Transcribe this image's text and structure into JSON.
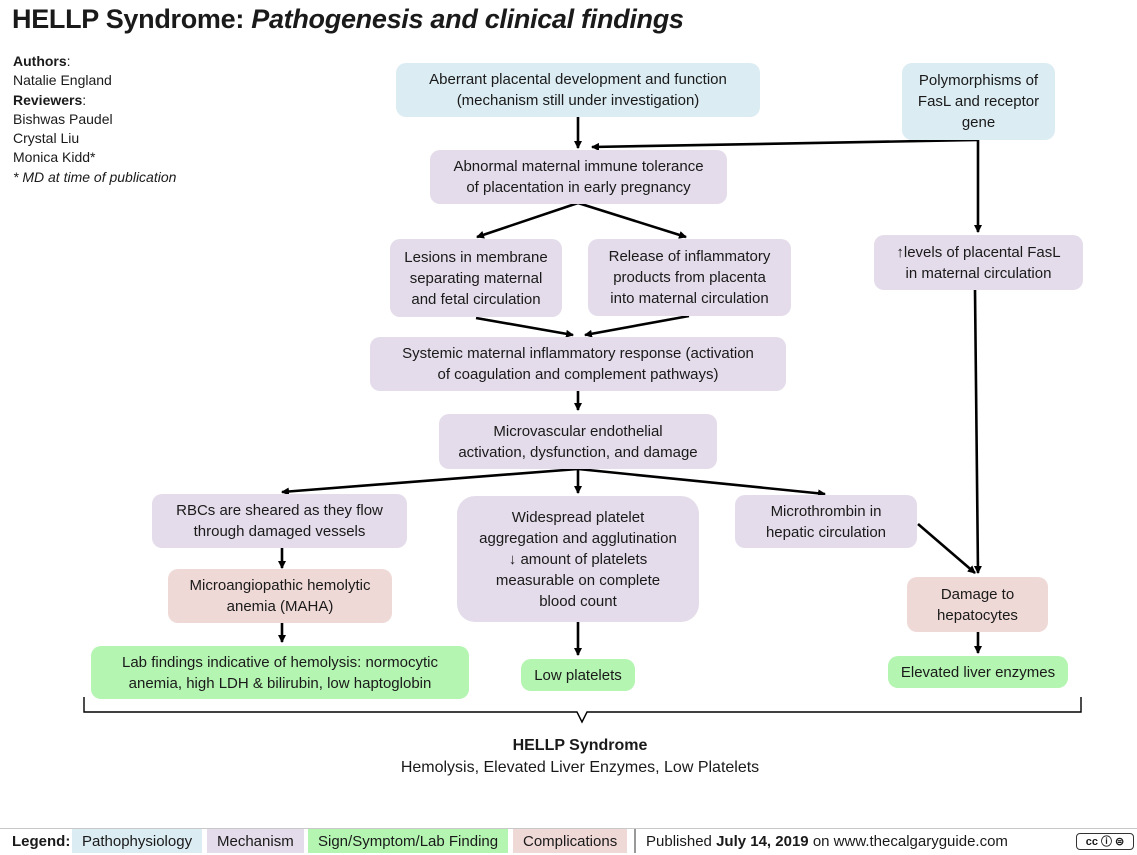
{
  "title": {
    "main": "HELLP Syndrome:",
    "sub": "Pathogenesis and clinical findings"
  },
  "authors": {
    "authors_label": "Authors",
    "authors": [
      "Natalie England"
    ],
    "reviewers_label": "Reviewers",
    "reviewers": [
      "Bishwas Paudel",
      "Crystal Liu",
      "Monica Kidd*"
    ],
    "note": "* MD at time of publication"
  },
  "boxes": {
    "aberrant": [
      "Aberrant placental development and function",
      "(mechanism still under investigation)"
    ],
    "polymorph": [
      "Polymorphisms of",
      "FasL and receptor",
      "gene"
    ],
    "abnormal": [
      "Abnormal maternal immune tolerance",
      "of placentation in early pregnancy"
    ],
    "lesions": [
      "Lesions in membrane",
      "separating maternal",
      "and fetal circulation"
    ],
    "release": [
      "Release of inflammatory",
      "products from placenta",
      "into maternal circulation"
    ],
    "fasl": [
      "↑levels of placental FasL",
      "in maternal circulation"
    ],
    "systemic": [
      "Systemic maternal inflammatory response (activation",
      "of coagulation and complement pathways)"
    ],
    "micro": [
      "Microvascular endothelial",
      "activation, dysfunction, and damage"
    ],
    "rbc": [
      "RBCs are sheared as they flow",
      "through damaged vessels"
    ],
    "platelet": [
      "Widespread platelet",
      "aggregation and agglutination",
      "↓ amount of platelets",
      "measurable on complete",
      "blood count"
    ],
    "microthrombin": [
      "Microthrombin in",
      "hepatic circulation"
    ],
    "maha": [
      "Microangiopathic hemolytic",
      "anemia (MAHA)"
    ],
    "damage": [
      "Damage to",
      "hepatocytes"
    ],
    "labs": [
      "Lab findings indicative of hemolysis: normocytic",
      "anemia, high LDH & bilirubin, low haptoglobin"
    ],
    "low_platelets": "Low platelets",
    "elevated": "Elevated liver enzymes"
  },
  "syndrome": {
    "title": "HELLP Syndrome",
    "expansion": "Hemolysis, Elevated Liver Enzymes, Low Platelets"
  },
  "legend": {
    "label": "Legend:",
    "items": [
      "Pathophysiology",
      "Mechanism",
      "Sign/Symptom/Lab Finding",
      "Complications"
    ],
    "published_prefix": "Published",
    "published_date": "July 14, 2019",
    "published_suffix": "on www.thecalgaryguide.com",
    "license": "cc ⓘ ⊜"
  },
  "colors": {
    "pathophysiology": "#dbecf3",
    "mechanism": "#e4dcea",
    "sign": "#b4f5b1",
    "complications": "#efd9d6"
  }
}
